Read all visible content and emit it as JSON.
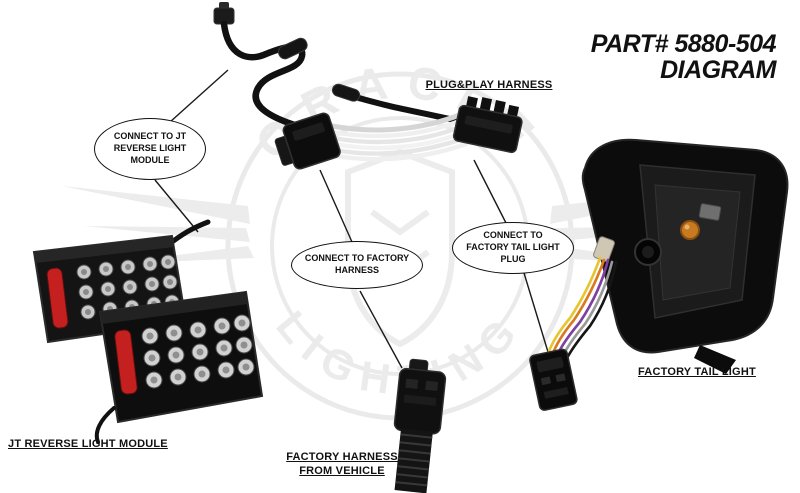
{
  "title": {
    "part_number": "PART# 5880-504",
    "diagram_label": "DIAGRAM"
  },
  "labels": {
    "plug_play_harness": "PLUG&PLAY HARNESS",
    "jt_reverse_light_module": "JT REVERSE LIGHT MODULE",
    "factory_harness_line1": "FACTORY HARNESS",
    "factory_harness_line2": "FROM VEHICLE",
    "factory_tail_light": "FACTORY TAIL LIGHT"
  },
  "callouts": [
    {
      "text": "CONNECT TO JT REVERSE LIGHT MODULE"
    },
    {
      "text": "CONNECT TO FACTORY HARNESS"
    },
    {
      "text": "CONNECT TO FACTORY TAIL LIGHT PLUG"
    }
  ],
  "watermark": {
    "brand_top": "ORACLE",
    "brand_bottom": "LIGHTING"
  },
  "colors": {
    "background": "#ffffff",
    "text": "#111111",
    "callout_border": "#111111",
    "reflector_red": "#c42020",
    "amber_socket": "#c87a20",
    "wire_yellow": "#e6c52e",
    "wire_orange": "#d97a1f",
    "wire_purple": "#7d3fa0",
    "wire_white": "#efefef"
  }
}
